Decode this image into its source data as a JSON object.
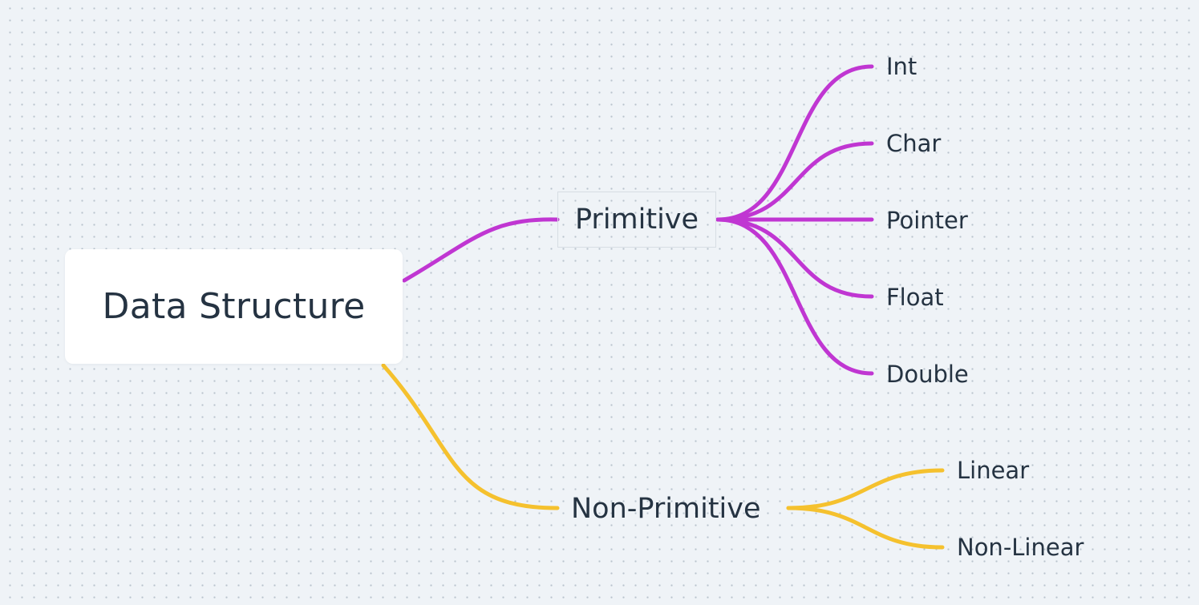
{
  "mindmap": {
    "root": {
      "label": "Data Structure"
    },
    "branches": [
      {
        "label": "Primitive",
        "color": "#c036d2",
        "children": [
          {
            "label": "Int"
          },
          {
            "label": "Char"
          },
          {
            "label": "Pointer"
          },
          {
            "label": "Float"
          },
          {
            "label": "Double"
          }
        ]
      },
      {
        "label": "Non-Primitive",
        "color": "#f5c12e",
        "children": [
          {
            "label": "Linear"
          },
          {
            "label": "Non-Linear"
          }
        ]
      }
    ]
  },
  "canvas": {
    "background": "#eff3f7",
    "text_color": "#253342",
    "dot_grid": true
  }
}
